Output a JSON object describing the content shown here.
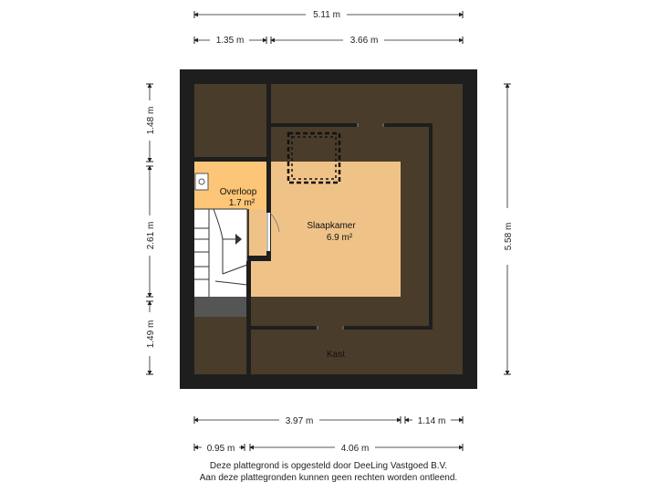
{
  "dimensions": {
    "top_total": "5.11 m",
    "top_left": "1.35 m",
    "top_right": "3.66 m",
    "left_top": "1.48 m",
    "left_middle": "2.61 m",
    "left_bottom": "1.49 m",
    "right_total": "5.58 m",
    "bottom_upper_left": "3.97 m",
    "bottom_upper_right": "1.14 m",
    "bottom_lower_left": "0.95 m",
    "bottom_lower_right": "4.06 m"
  },
  "rooms": {
    "overloop": {
      "name": "Overloop",
      "area": "1.7 m²"
    },
    "slaapkamer": {
      "name": "Slaapkamer",
      "area": "6.9 m²"
    },
    "kast": {
      "name": "Kast"
    }
  },
  "footer": {
    "line1": "Deze plattegrond is opgesteld door DeeLing Vastgoed B.V.",
    "line2": "Aan deze plattegronden kunnen geen rechten worden ontleend."
  },
  "colors": {
    "wall": "#1e1e1e",
    "low_ceiling": "#4a3c2a",
    "room_fill": "#efc388",
    "overloop_fill": "#fcc577",
    "stair_fill": "#ffffff",
    "stair_landing": "#555555"
  }
}
